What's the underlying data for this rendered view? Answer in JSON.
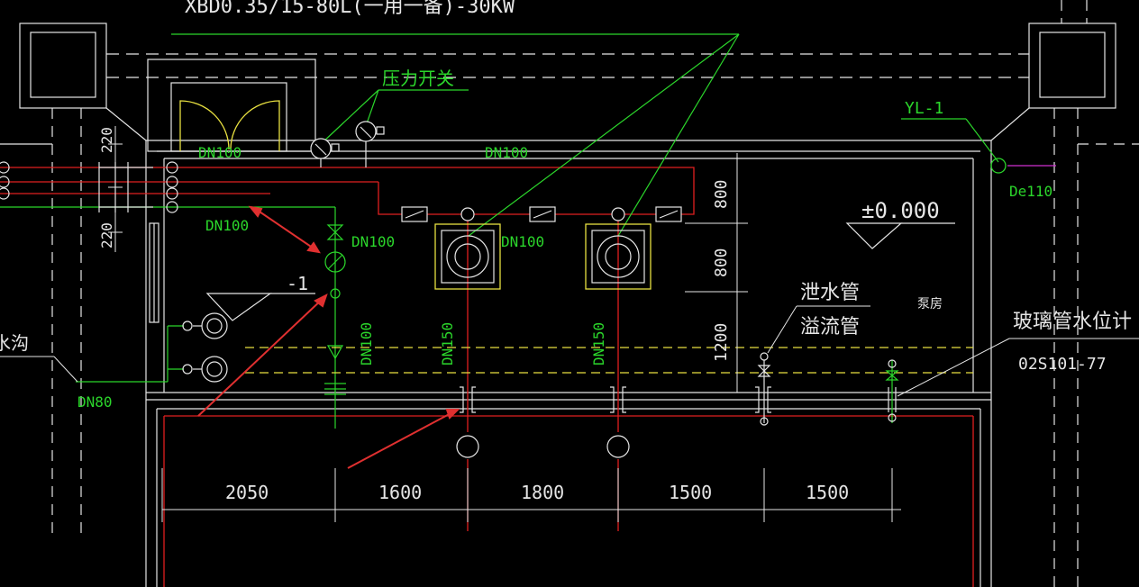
{
  "drawing": {
    "title_partial": "XBD0.35/15-80L(一用一备)-30KW",
    "labels": {
      "pressure_switch": "压力开关",
      "dn100_top_left": "DN100",
      "dn100_top_mid": "DN100",
      "dn100_left": "DN100",
      "dn100_valve": "DN100",
      "dn100_mid": "DN100",
      "dn100_vertical": "DN100",
      "dn150_a": "DN150",
      "dn150_b": "DN150",
      "minus_one": "-1",
      "dn80": "DN80",
      "drain_partial": "水沟",
      "yl1": "YL-1",
      "de110": "De110",
      "elevation": "±0.000",
      "drain_pipe": "泄水管",
      "overflow_pipe": "溢流管",
      "pump_room": "泵房",
      "glass_gauge": "玻璃管水位计",
      "glass_gauge_ref": "02S101-77"
    },
    "dims_horizontal": [
      "2050",
      "1600",
      "1800",
      "1500",
      "1500"
    ],
    "dims_vertical": [
      "800",
      "800",
      "1200"
    ],
    "dims_left": [
      "220",
      "220"
    ]
  }
}
